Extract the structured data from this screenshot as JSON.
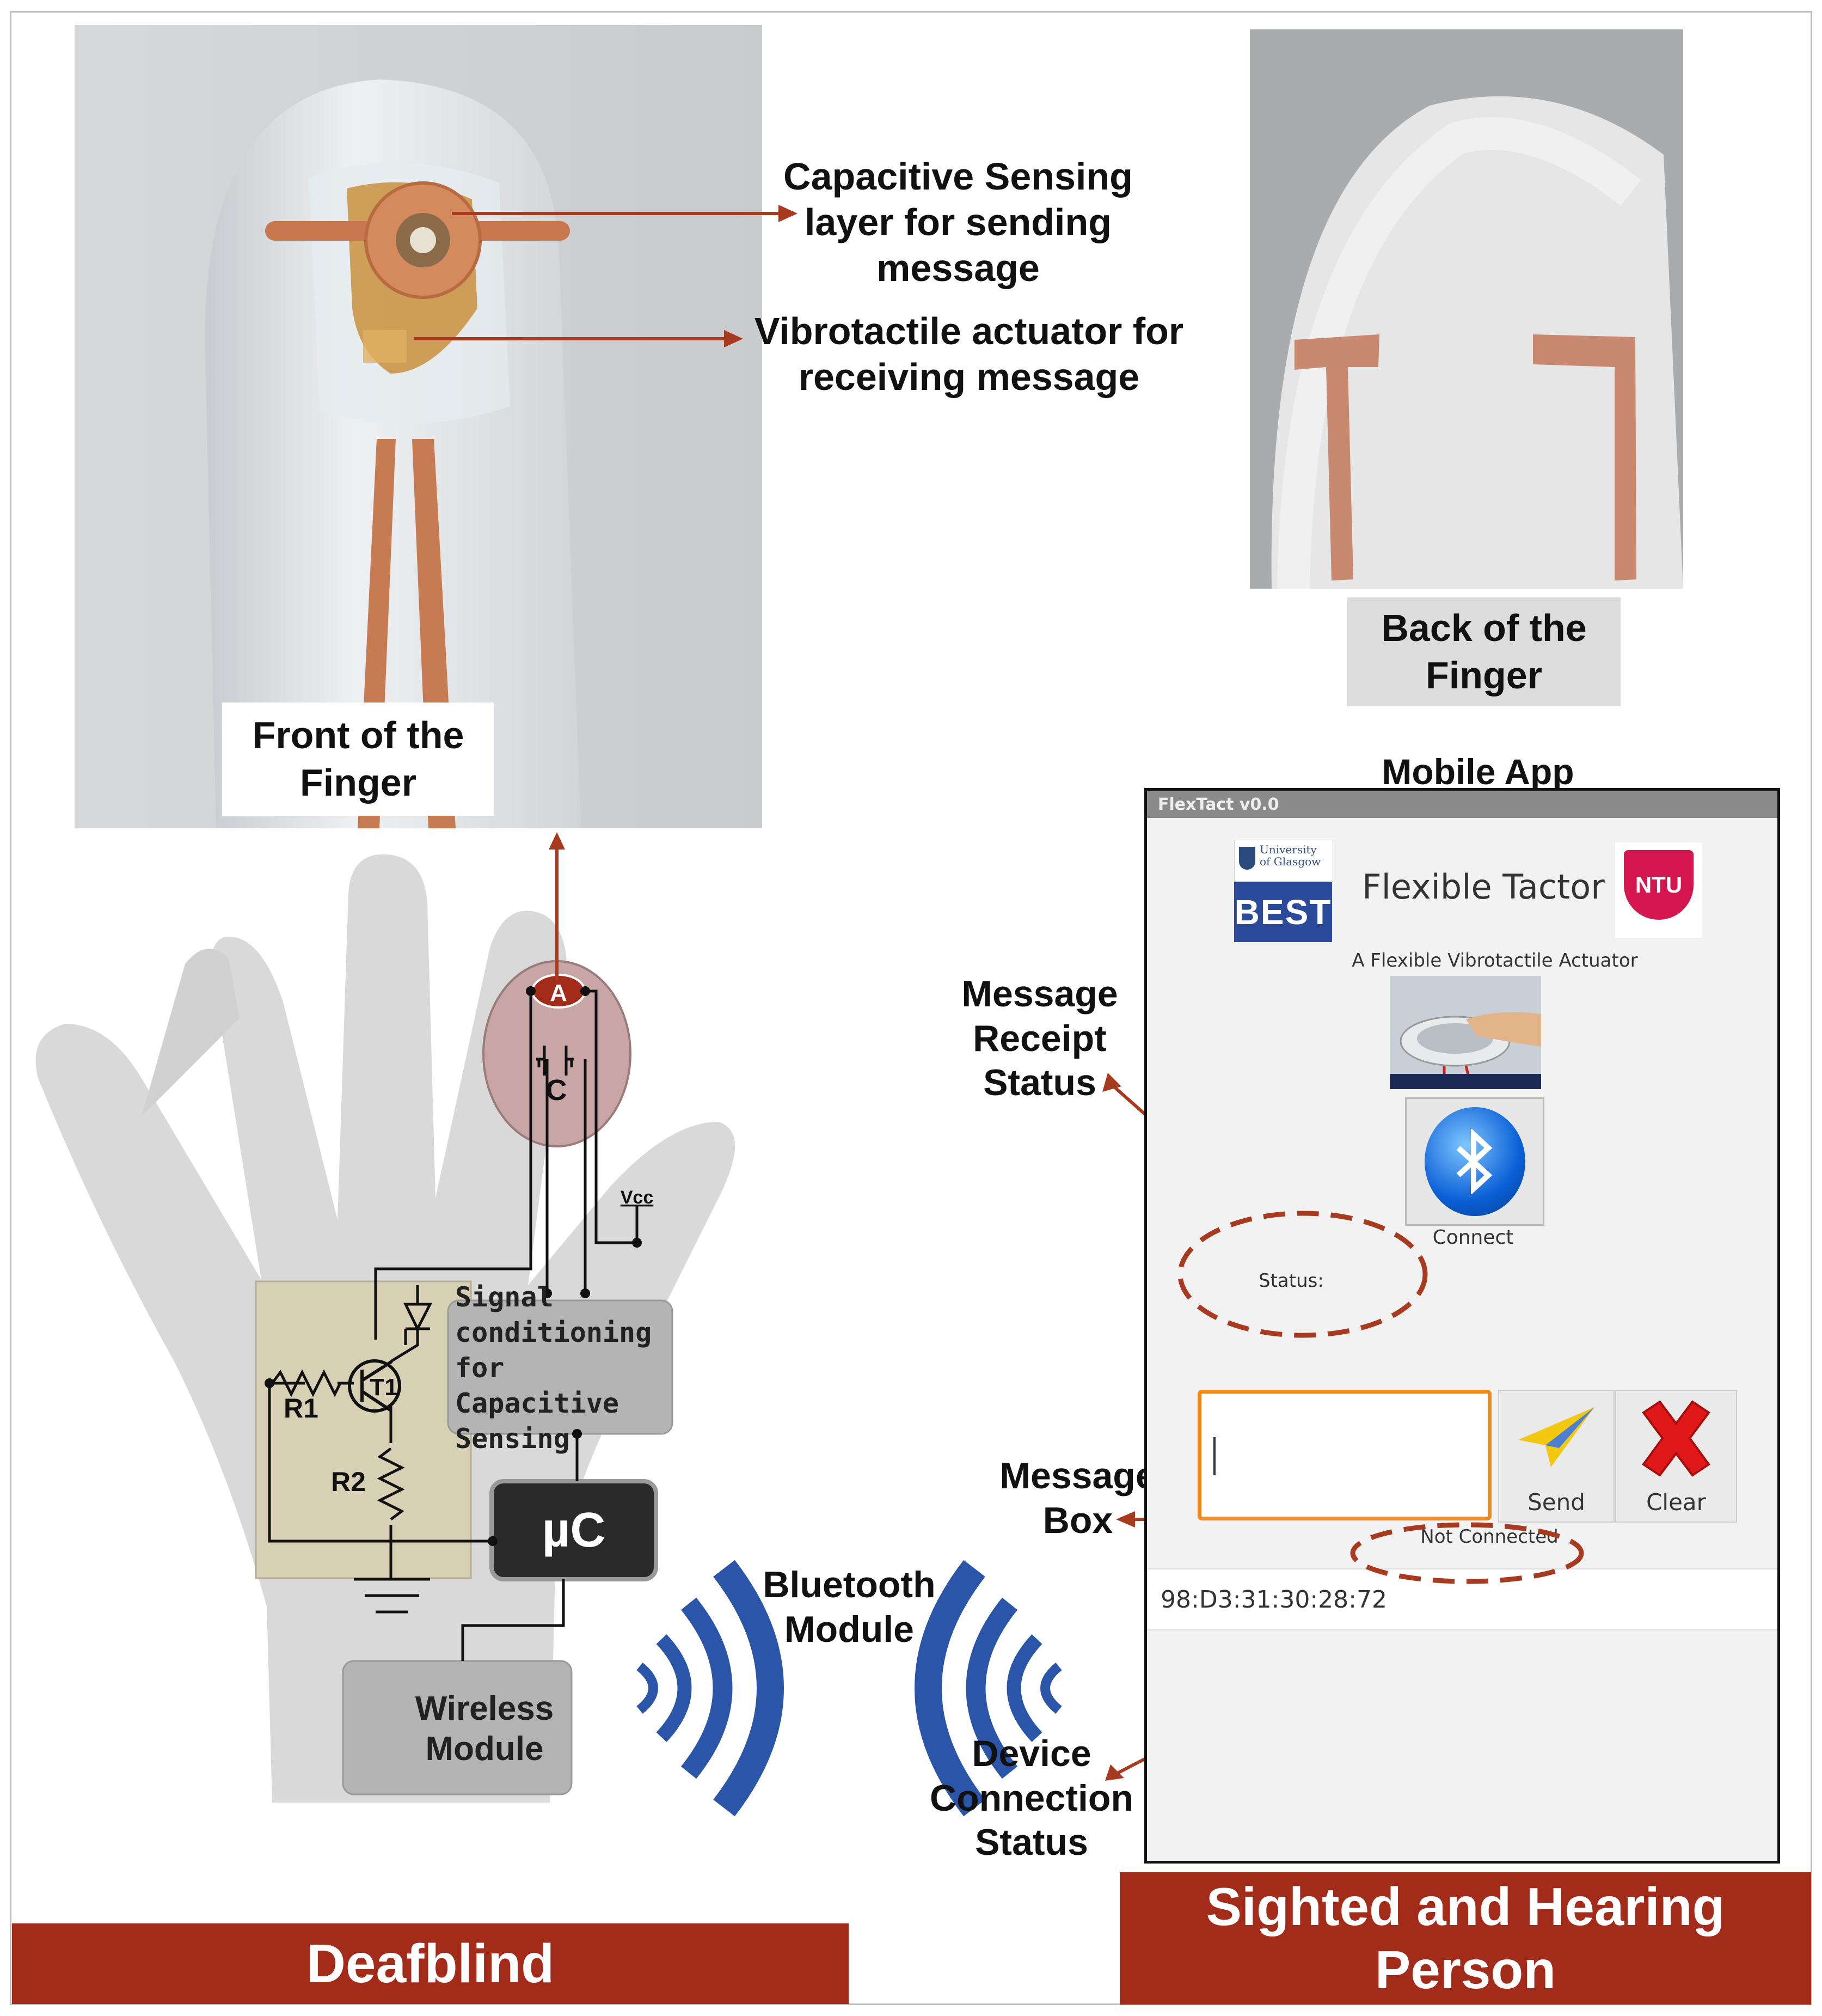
{
  "labels": {
    "capacitive": "Capacitive Sensing layer for sending message",
    "vibrotactile": "Vibrotactile actuator for receiving message",
    "front_finger": "Front of the Finger",
    "back_finger": "Back of the Finger",
    "mobile_app": "Mobile App",
    "bluetooth": "Bluetooth Module",
    "msg_receipt": "Message Receipt Status",
    "msg_box": "Message Box",
    "device_conn": "Device Connection Status"
  },
  "circuit": {
    "ammeter": "A",
    "capacitor": "C",
    "vcc": "Vcc",
    "r1": "R1",
    "r2": "R2",
    "t1": "T1",
    "signal_block": "Signal conditioning for Capacitive Sensing",
    "uc": "µC",
    "wireless": "Wireless Module"
  },
  "app": {
    "title": "FlexTact v0.0",
    "logo_uog": "University of Glasgow",
    "logo_best": "BEST",
    "heading": "Flexible Tactor",
    "logo_ntu": "NTU",
    "subtitle": "A Flexible Vibrotactile Actuator",
    "connect_label": "Connect",
    "status_label": "Status:",
    "message_value": "",
    "send_label": "Send",
    "clear_label": "Clear",
    "connection_status": "Not Connected",
    "device_address": "98:D3:31:30:28:72"
  },
  "banners": {
    "left": "Deafblind",
    "right": "Sighted and Hearing Person"
  },
  "colors": {
    "arrow": "#a83a20",
    "banner": "#a32b1a",
    "bluetooth_waves": "#2a55a8",
    "copper": "#c8784f"
  }
}
